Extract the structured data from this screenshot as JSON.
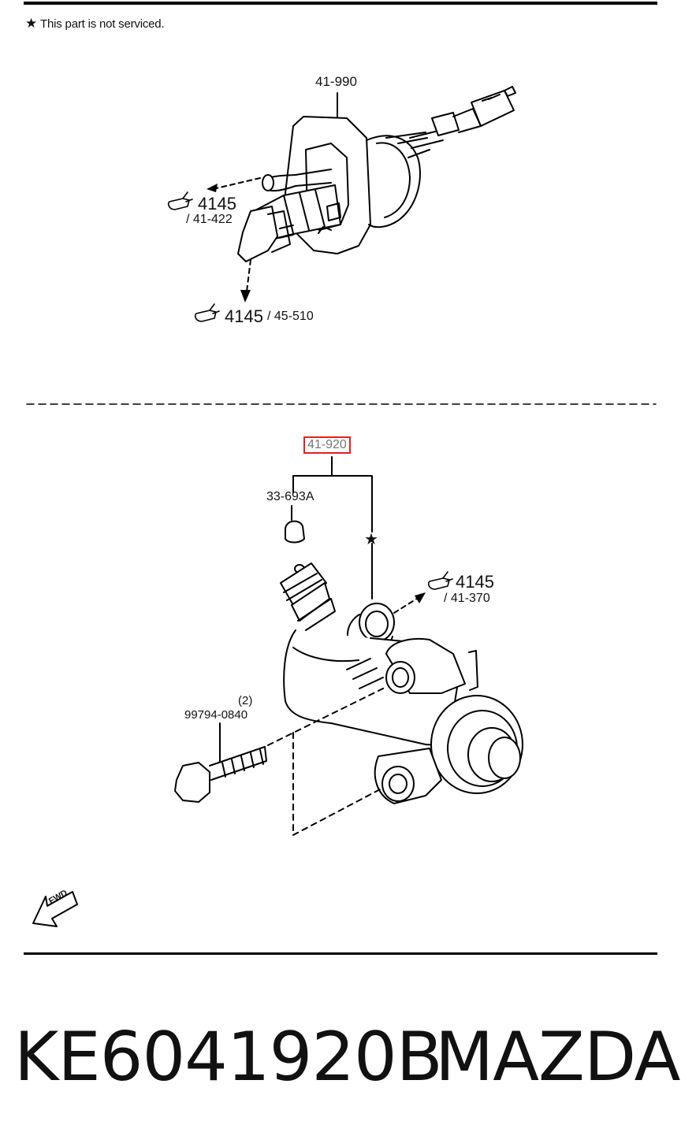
{
  "header_note": {
    "star": "★",
    "text": "This part is not serviced."
  },
  "upper": {
    "part_number": "41-990",
    "ref1": {
      "number": "4145",
      "sub": "/ 41-422"
    },
    "ref2": {
      "number": "4145",
      "sub": "/ 45-510"
    }
  },
  "lower": {
    "callout_part": "41-920",
    "cap_part": "33-693A",
    "star": "★",
    "ref": {
      "number": "4145",
      "sub": "/ 41-370"
    },
    "bolt_qty": "(2)",
    "bolt_part": "99794-0840"
  },
  "fwd_label": "FWD",
  "footer": {
    "part_code": "KE6041920B",
    "brand": "MAZDA"
  },
  "icons": [
    "star-icon",
    "reference-pointer-icon",
    "fwd-arrow-icon"
  ]
}
